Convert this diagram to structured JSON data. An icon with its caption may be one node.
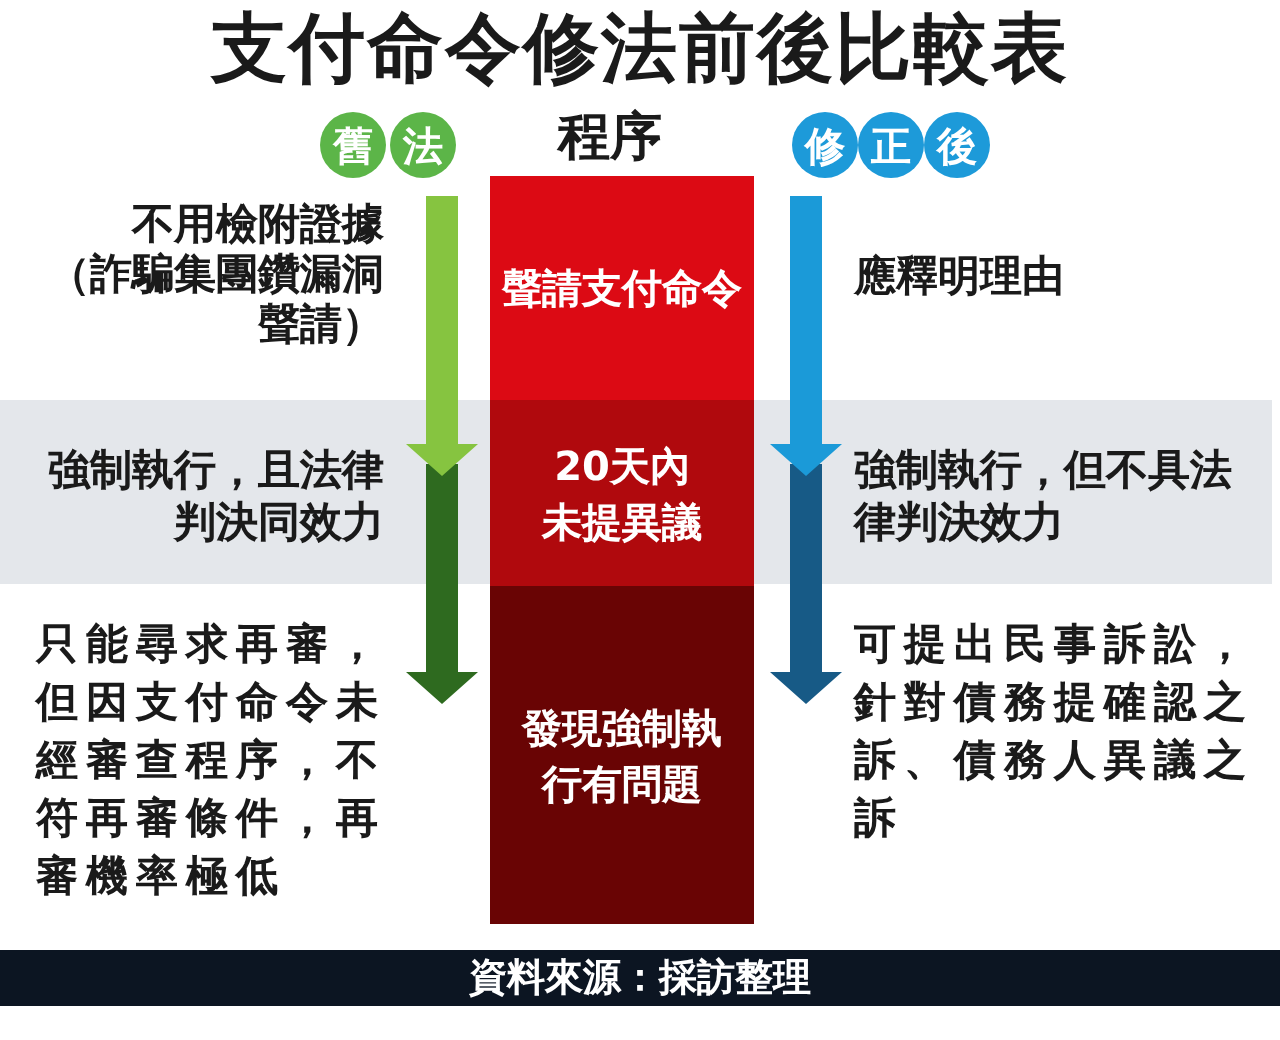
{
  "diagram": {
    "title": "支付命令修法前後比較表",
    "caption": "資料來源：採訪整理",
    "nodes": [
      {
        "text": [
          "舊"
        ]
      },
      {
        "text": [
          "法"
        ]
      },
      {
        "text": [
          "修"
        ]
      },
      {
        "text": [
          "正"
        ]
      },
      {
        "text": [
          "後"
        ]
      },
      {
        "text": [
          "聲請支付命令"
        ]
      },
      {
        "text": [
          "20天內未提異議"
        ]
      },
      {
        "text": [
          "發現強制執行有問題"
        ]
      }
    ],
    "labels": [
      "程序",
      "不用檢附證據",
      "（詐騙集團鑽漏洞聲請）",
      "應釋明理由",
      "強制執行，且法律判決同效力",
      "強制執行，但不具法律判決效力",
      "只能尋求再審，但因支付命令未經審查程序，不符再審條件，再審機率極低",
      "可提出民事訴訟，針對債務提確認之訴、債務人異議之訴"
    ]
  }
}
